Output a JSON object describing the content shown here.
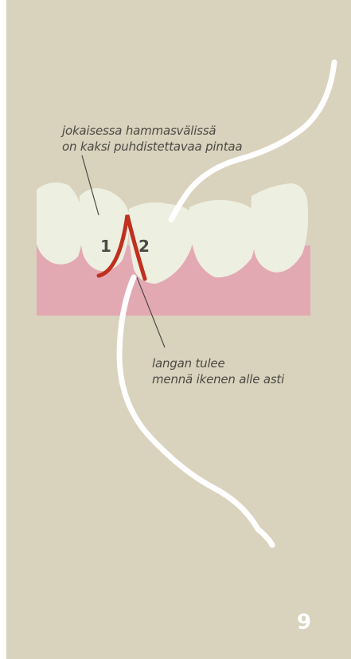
{
  "captions": {
    "top": {
      "line1": "jokaisessa hammasvälissä",
      "line2": "on kaksi puhdistettavaa pintaa"
    },
    "bottom": {
      "line1": "langan tulee",
      "line2": "mennä ikenen alle asti"
    }
  },
  "surface_labels": {
    "first": "1",
    "second": "2"
  },
  "page_number": "9",
  "colors": {
    "background": "#d9d2bd",
    "gum": "#e3a9b2",
    "tooth": "#edefe1",
    "floss": "#ffffff",
    "floss_highlight": "#c0301e",
    "text": "#4a4a45",
    "page_number": "#ffffff"
  }
}
